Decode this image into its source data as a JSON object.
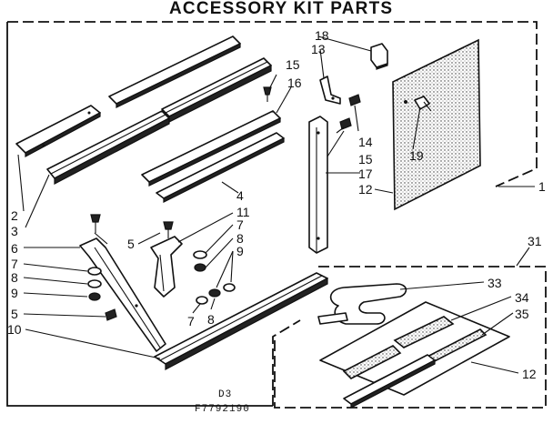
{
  "title": "ACCESSORY KIT PARTS",
  "footer": {
    "line1": "D3",
    "line2": "F7792190"
  },
  "callouts": {
    "c1": "1",
    "c2": "2",
    "c3": "3",
    "c4": "4",
    "c5a": "5",
    "c5b": "5",
    "c6": "6",
    "c7a": "7",
    "c7b": "7",
    "c7c": "7",
    "c8a": "8",
    "c8b": "8",
    "c8c": "8",
    "c9a": "9",
    "c9b": "9",
    "c10": "10",
    "c11": "11",
    "c12a": "12",
    "c12b": "12",
    "c13": "13",
    "c14": "14",
    "c15a": "15",
    "c15b": "15",
    "c16": "16",
    "c17": "17",
    "c18": "18",
    "c19": "19",
    "c31": "31",
    "c33": "33",
    "c34": "34",
    "c35": "35"
  }
}
